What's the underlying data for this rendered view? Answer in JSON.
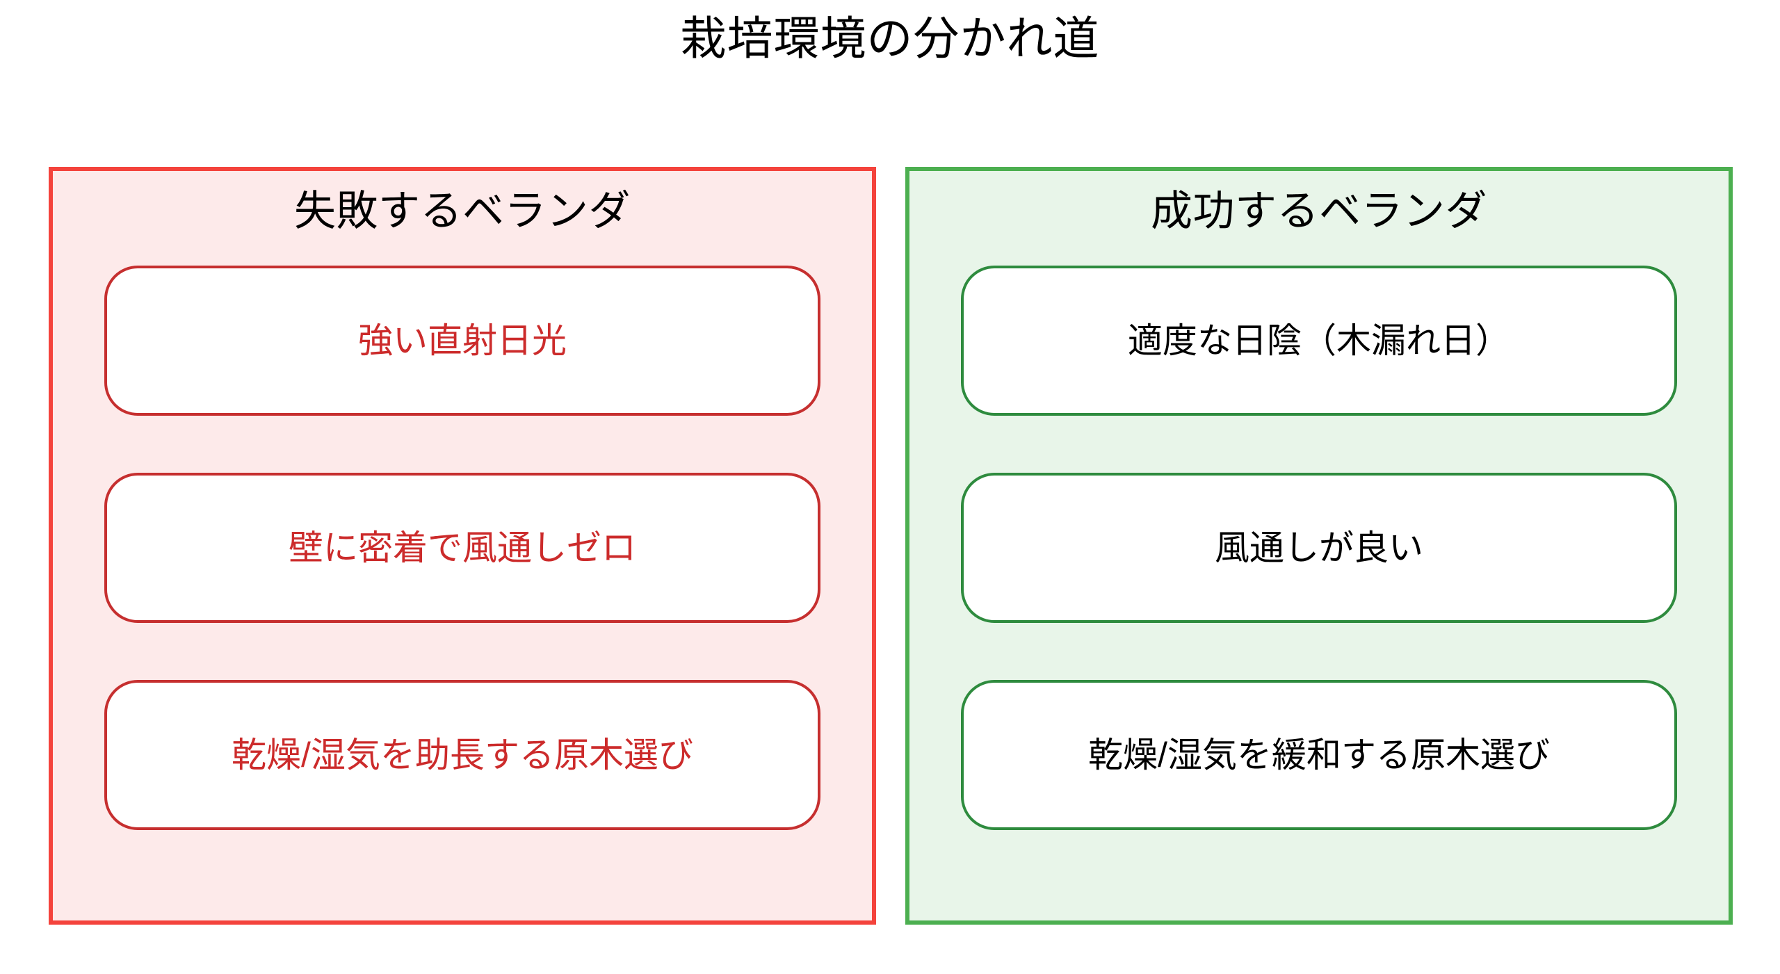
{
  "page": {
    "title": "栽培環境の分かれ道",
    "background_color": "#ffffff"
  },
  "colors": {
    "fail_border": "#f4433c",
    "fail_background": "#fdeaea",
    "fail_card_border": "#c62f2f",
    "fail_card_text": "#cc2b2b",
    "success_border": "#4caf50",
    "success_background": "#e8f5e9",
    "success_card_border": "#2e8b3e",
    "success_card_text": "#000000",
    "title_text": "#000000"
  },
  "panels": [
    {
      "id": "fail",
      "title": "失敗するベランダ",
      "cards": [
        {
          "label": "強い直射日光"
        },
        {
          "label": "壁に密着で風通しゼロ"
        },
        {
          "label": "乾燥/湿気を助長する原木選び"
        }
      ]
    },
    {
      "id": "success",
      "title": "成功するベランダ",
      "cards": [
        {
          "label": "適度な日陰（木漏れ日）"
        },
        {
          "label": "風通しが良い"
        },
        {
          "label": "乾燥/湿気を緩和する原木選び"
        }
      ]
    }
  ]
}
